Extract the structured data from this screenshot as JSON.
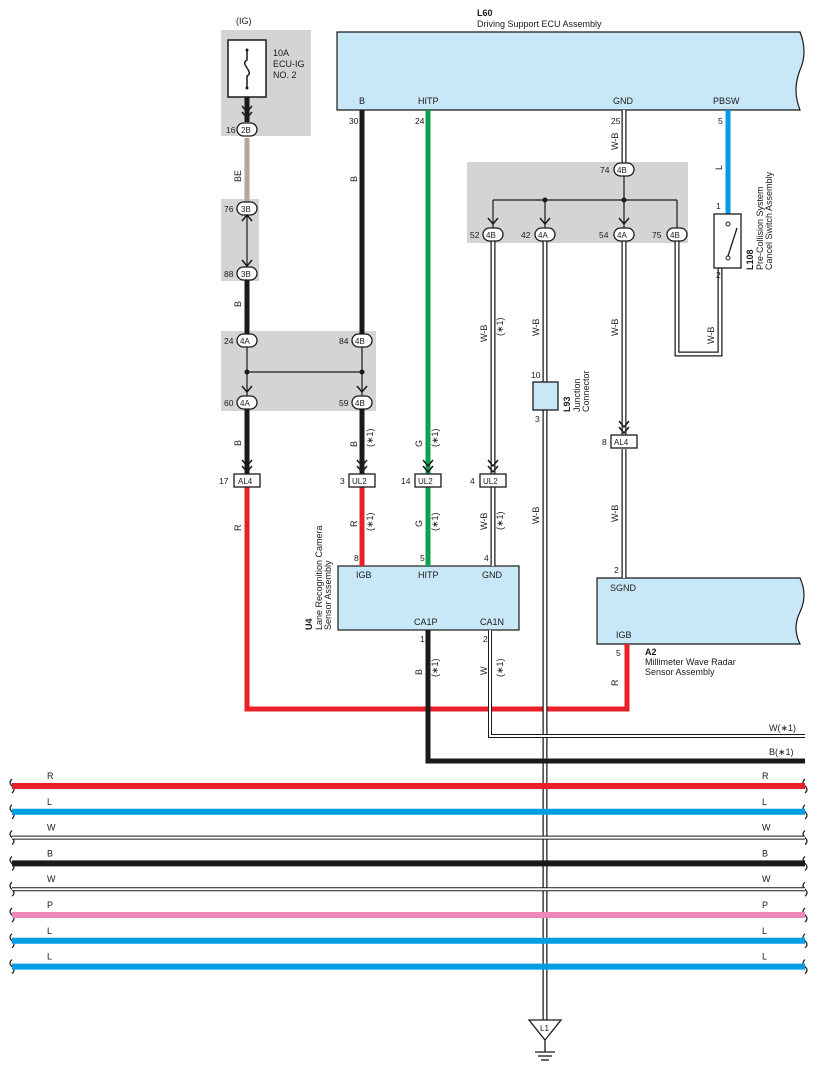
{
  "colors": {
    "component_fill": "#c8e7f7",
    "junction_bg": "#d3d4d6",
    "wire_R": "#e8202a",
    "wire_L": "#009ee3",
    "wire_G": "#0ca14a",
    "wire_B": "#1a1a1a",
    "wire_BE": "#b5a696",
    "wire_P": "#ee87b8",
    "wire_W": "#ffffff"
  },
  "fuse": {
    "supply": "(IG)",
    "rating": "10A",
    "name_line1": "ECU-IG",
    "name_line2": "NO. 2",
    "connector": "2B",
    "pin": "16"
  },
  "l60": {
    "code": "L60",
    "name": "Driving Support ECU Assembly",
    "terminals": [
      "B",
      "HITP",
      "GND",
      "PBSW"
    ],
    "pins": [
      "30",
      "24",
      "25",
      "5"
    ]
  },
  "u4": {
    "code": "U4",
    "name_line1": "Lane Recognition Camera",
    "name_line2": "Sensor Assembly",
    "terminals": [
      "IGB",
      "HITP",
      "GND",
      "CA1P",
      "CA1N"
    ],
    "pins": [
      "8",
      "5",
      "4",
      "1",
      "2"
    ]
  },
  "a2": {
    "code": "A2",
    "name_line1": "Millimeter Wave Radar",
    "name_line2": "Sensor Assembly",
    "terminals": [
      "SGND",
      "IGB"
    ],
    "pins": [
      "2",
      "5"
    ]
  },
  "l108": {
    "code": "L108",
    "name_line1": "Pre-Collision System",
    "name_line2": "Cancel Switch Assembly",
    "pins": [
      "1",
      "2"
    ]
  },
  "l93": {
    "code": "L93",
    "name_line1": "Junction",
    "name_line2": "Connector",
    "pins": [
      "10",
      "3"
    ]
  },
  "ground": {
    "code": "L1"
  },
  "junctions": {
    "j3b_top": {
      "label": "3B",
      "pin": "76"
    },
    "j3b_bot": {
      "label": "3B",
      "pin": "88"
    },
    "j4a_top": {
      "label": "4A",
      "pin": "24"
    },
    "j4b_top": {
      "label": "4B",
      "pin": "84"
    },
    "j4a_bot": {
      "label": "4A",
      "pin": "60"
    },
    "j4b_bot": {
      "label": "4B",
      "pin": "59"
    },
    "j4b_gnd": {
      "label": "4B",
      "pin": "74"
    },
    "j4b_52": {
      "label": "4B",
      "pin": "52"
    },
    "j4a_42": {
      "label": "4A",
      "pin": "42"
    },
    "j4a_54": {
      "label": "4A",
      "pin": "54"
    },
    "j4b_75": {
      "label": "4B",
      "pin": "75"
    }
  },
  "inline": {
    "al4_left": {
      "label": "AL4",
      "pin": "17"
    },
    "ul2_b": {
      "label": "UL2",
      "pin": "3"
    },
    "ul2_g": {
      "label": "UL2",
      "pin": "14"
    },
    "ul2_w": {
      "label": "UL2",
      "pin": "4"
    },
    "al4_right": {
      "label": "AL4",
      "pin": "8"
    }
  },
  "wire_labels": {
    "be": "BE",
    "b": "B",
    "r": "R",
    "g": "G",
    "wb": "W-B",
    "l": "L",
    "w": "W",
    "star1": "(∗1)"
  },
  "output_labels": {
    "w_star": "W(∗1)",
    "b_star": "B(∗1)"
  },
  "harness": [
    {
      "label": "R",
      "color": "#e8202a"
    },
    {
      "label": "L",
      "color": "#009ee3"
    },
    {
      "label": "W",
      "color": "#ffffff"
    },
    {
      "label": "B",
      "color": "#1a1a1a"
    },
    {
      "label": "W",
      "color": "#ffffff"
    },
    {
      "label": "P",
      "color": "#ee87b8"
    },
    {
      "label": "L",
      "color": "#009ee3"
    },
    {
      "label": "L",
      "color": "#009ee3"
    }
  ]
}
